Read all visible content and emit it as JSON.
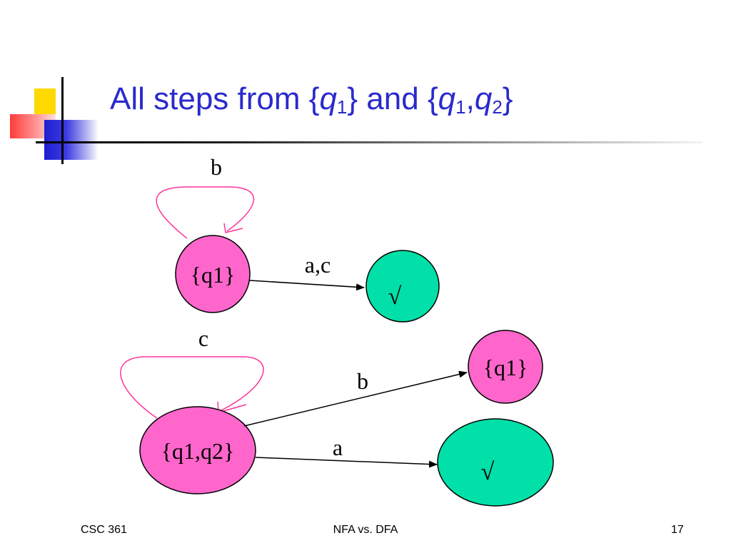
{
  "title": {
    "prefix": "All steps from {",
    "q": "q",
    "sub1": "1",
    "mid": "} and {",
    "sub2": "1",
    "comma": ",",
    "sub3": "2",
    "suffix": "}"
  },
  "diagram": {
    "top": {
      "self_loop_label": "b",
      "state_label": "{q1}",
      "edge_label": "a,c",
      "target_label": "√"
    },
    "bottom": {
      "self_loop_label": "c",
      "state_label": "{q1,q2}",
      "edge_b_label": "b",
      "target_b_label": "{q1}",
      "edge_a_label": "a",
      "target_a_label": "√"
    },
    "colors": {
      "state_pink": "#ff66cc",
      "state_green": "#00e0a8",
      "loop_stroke": "#ff3399",
      "title_blue": "#2a2acc"
    }
  },
  "footer": {
    "left": "CSC 361",
    "center": "NFA vs. DFA",
    "right": "17"
  }
}
